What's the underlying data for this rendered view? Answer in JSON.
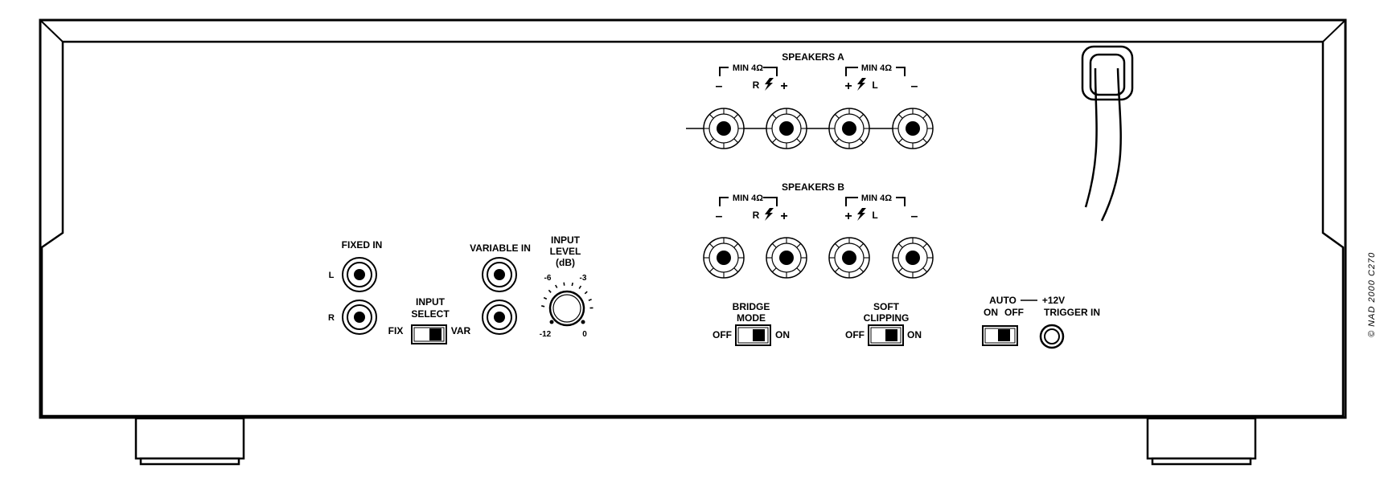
{
  "speakers_a": {
    "title": "SPEAKERS A",
    "min_impedance_right": "MIN 4Ω",
    "min_impedance_left": "MIN 4Ω",
    "right_label": "R",
    "left_label": "L",
    "minus": "–",
    "plus": "+"
  },
  "speakers_b": {
    "title": "SPEAKERS B",
    "min_impedance_right": "MIN 4Ω",
    "min_impedance_left": "MIN 4Ω",
    "right_label": "R",
    "left_label": "L",
    "minus": "–",
    "plus": "+"
  },
  "fixed_in": {
    "title": "FIXED IN",
    "left": "L",
    "right": "R"
  },
  "input_select": {
    "title_line1": "INPUT",
    "title_line2": "SELECT",
    "fix": "FIX",
    "var": "VAR"
  },
  "variable_in": {
    "title": "VARIABLE IN"
  },
  "input_level": {
    "line1": "INPUT",
    "line2": "LEVEL",
    "line3": "(dB)",
    "marks": [
      "-6",
      "-3",
      "-12",
      "0"
    ]
  },
  "bridge_mode": {
    "line1": "BRIDGE",
    "line2": "MODE",
    "off": "OFF",
    "on": "ON"
  },
  "soft_clipping": {
    "line1": "SOFT",
    "line2": "CLIPPING",
    "off": "OFF",
    "on": "ON"
  },
  "auto_switch": {
    "auto": "AUTO",
    "on": "ON",
    "off": "OFF"
  },
  "trigger": {
    "voltage": "+12V",
    "title": "TRIGGER IN"
  },
  "copyright": "© NAD 2000 C270"
}
